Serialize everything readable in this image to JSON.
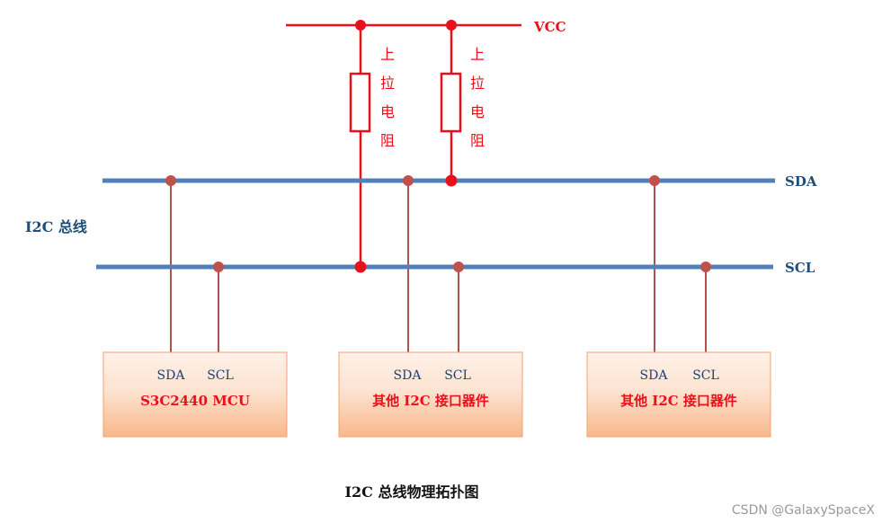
{
  "labels": {
    "vcc": "VCC",
    "pullup_chars": [
      "上",
      "拉",
      "电",
      "阻"
    ],
    "sda": "SDA",
    "scl": "SCL",
    "bus": "I2C 总线",
    "caption": "I2C 总线物理拓扑图"
  },
  "devices": [
    {
      "pin_sda": "SDA",
      "pin_scl": "SCL",
      "name": "S3C2440 MCU"
    },
    {
      "pin_sda": "SDA",
      "pin_scl": "SCL",
      "name": "其他 I2C 接口器件"
    },
    {
      "pin_sda": "SDA",
      "pin_scl": "SCL",
      "name": "其他 I2C 接口器件"
    }
  ],
  "watermark": "CSDN @GalaxySpaceX",
  "colors": {
    "power_red": "#e8101a",
    "bus_blue": "#4f81bd",
    "label_blue": "#1f4e79",
    "wire": "#b05050",
    "node": "#c0504d",
    "box_top": "#fde9dc",
    "box_bottom": "#f7b98a",
    "box_border": "#f4a070"
  }
}
